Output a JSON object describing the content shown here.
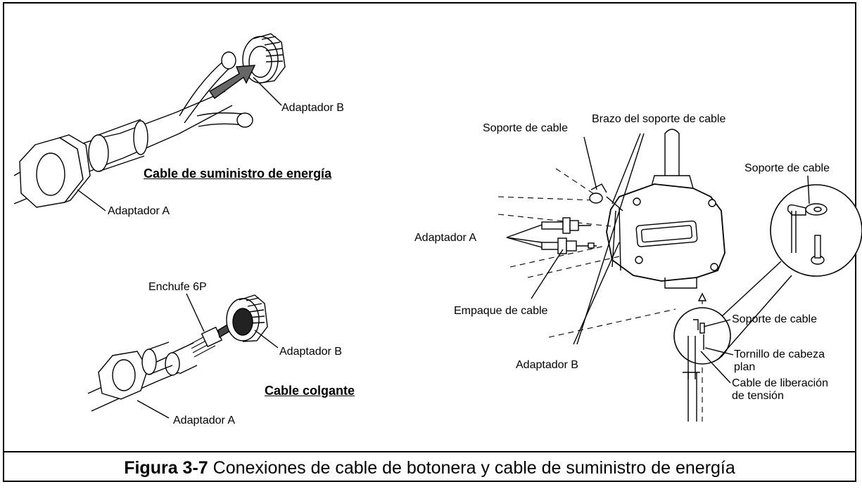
{
  "caption": {
    "figure": "Figura 3-7",
    "text": " Conexiones de cable de botonera y cable de suministro de energía"
  },
  "left_panel": {
    "power_cable": {
      "heading": "Cable de suministro de energía",
      "label_adapter_b": "Adaptador B",
      "label_adapter_a": "Adaptador A"
    },
    "pendant_cable": {
      "heading": "Cable colgante",
      "label_plug": "Enchufe 6P",
      "label_adapter_b": "Adaptador B",
      "label_adapter_a": "Adaptador A"
    }
  },
  "right_panel": {
    "label_cable_holder_top": "Soporte de cable",
    "label_holder_arm": "Brazo del soporte de cable",
    "label_adapter_a": "Adaptador A",
    "label_cable_packing": "Empaque de cable",
    "label_adapter_b": "Adaptador B",
    "detail_top": {
      "label_cable_holder": "Soporte de cable"
    },
    "detail_bottom": {
      "label_cable_holder": "Soporte de cable",
      "label_screw": "Tornillo de cabeza plan",
      "label_screw_line1": "Tornillo de cabeza",
      "label_screw_line2": "plan",
      "label_strain_relief": "Cable de liberación de tensión",
      "label_strain_line1": "Cable de liberación",
      "label_strain_line2": "de tensión"
    }
  }
}
